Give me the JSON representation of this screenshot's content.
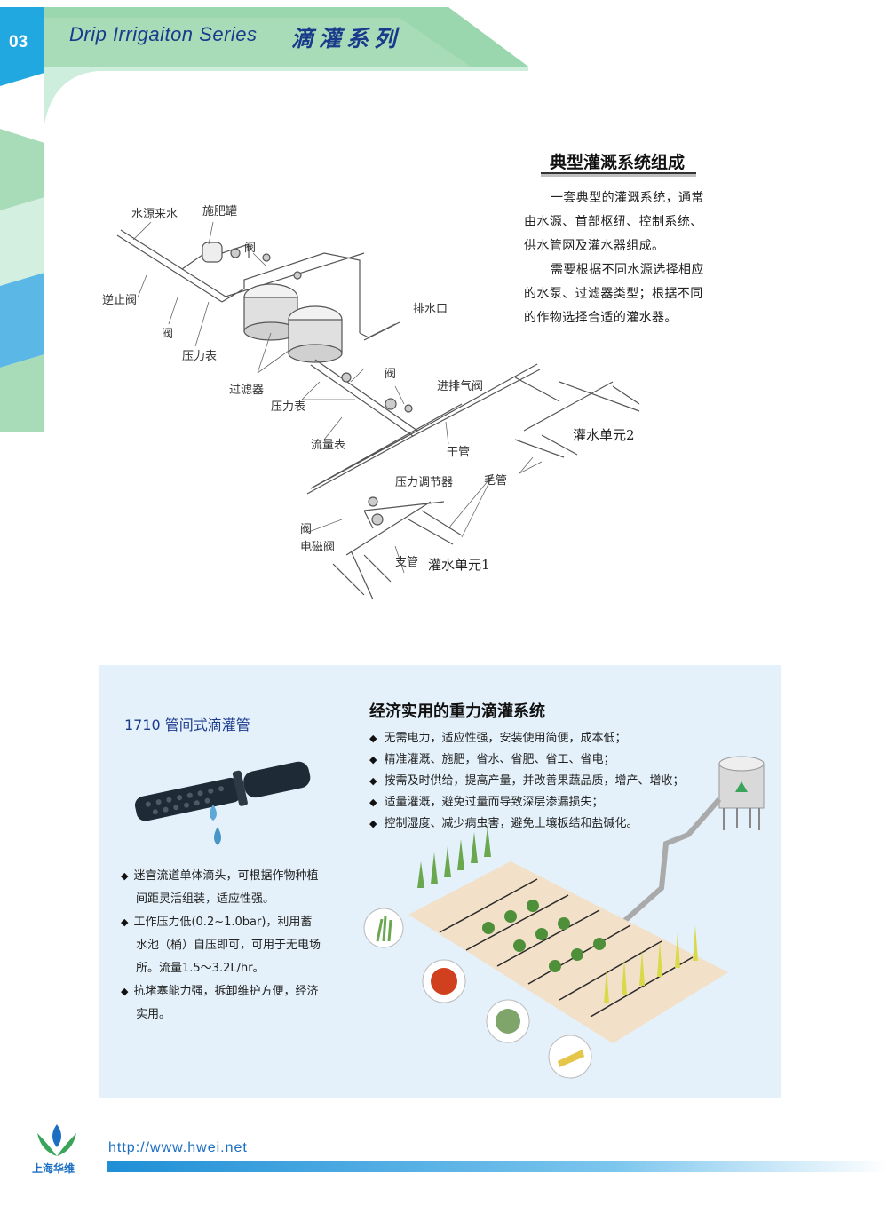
{
  "header": {
    "page_number": "03",
    "series_title": "Drip Irrigaiton Series",
    "series_cn": "滴灌系列",
    "colors": {
      "green": "#9fd6b1",
      "blue": "#5ab7e6",
      "navy": "#1b3a8c"
    }
  },
  "system_section": {
    "title": "典型灌溉系统组成",
    "paragraphs": [
      "一套典型的灌溉系统，通常由水源、首部枢纽、控制系统、供水管网及灌水器组成。",
      "需要根据不同水源选择相应的水泵、过滤器类型；根据不同的作物选择合适的灌水器。"
    ]
  },
  "diagram": {
    "labels": {
      "water_source": "水源来水",
      "fertilizer_tank": "施肥罐",
      "valve_top": "阀",
      "check_valve": "逆止阀",
      "valve_left": "阀",
      "pressure_gauge_1": "压力表",
      "drain": "排水口",
      "filter": "过滤器",
      "pressure_gauge_2": "压力表",
      "valve_mid": "阀",
      "air_valve": "进排气阀",
      "flow_meter": "流量表",
      "main_pipe": "干管",
      "unit_2": "灌水单元2",
      "pressure_regulator": "压力调节器",
      "capillary": "毛管",
      "valve_low": "阀",
      "solenoid_valve": "电磁阀",
      "branch_pipe": "支管",
      "unit_1": "灌水单元1"
    }
  },
  "product": {
    "title": "1710 管间式滴灌管",
    "features": [
      "迷宫流道单体滴头，可根据作物种植间距灵活组装，适应性强。",
      "工作压力低(0.2~1.0bar)，利用蓄水池（桶）自压即可，可用于无电场所。流量1.5～3.2L/hr。",
      "抗堵塞能力强，拆卸维护方便，经济实用。"
    ]
  },
  "gravity_system": {
    "title": "经济实用的重力滴灌系统",
    "bullets": [
      "无需电力，适应性强，安装使用简便，成本低；",
      "精准灌溉、施肥，省水、省肥、省工、省电；",
      "按需及时供给，提高产量，并改善果蔬品质，增产、增收；",
      "适量灌溉，避免过量而导致深层渗漏损失；",
      "控制湿度、减少病虫害，避免土壤板结和盐碱化。"
    ]
  },
  "footer": {
    "logo_text": "上海华维",
    "website": "http://www.hwei.net"
  }
}
